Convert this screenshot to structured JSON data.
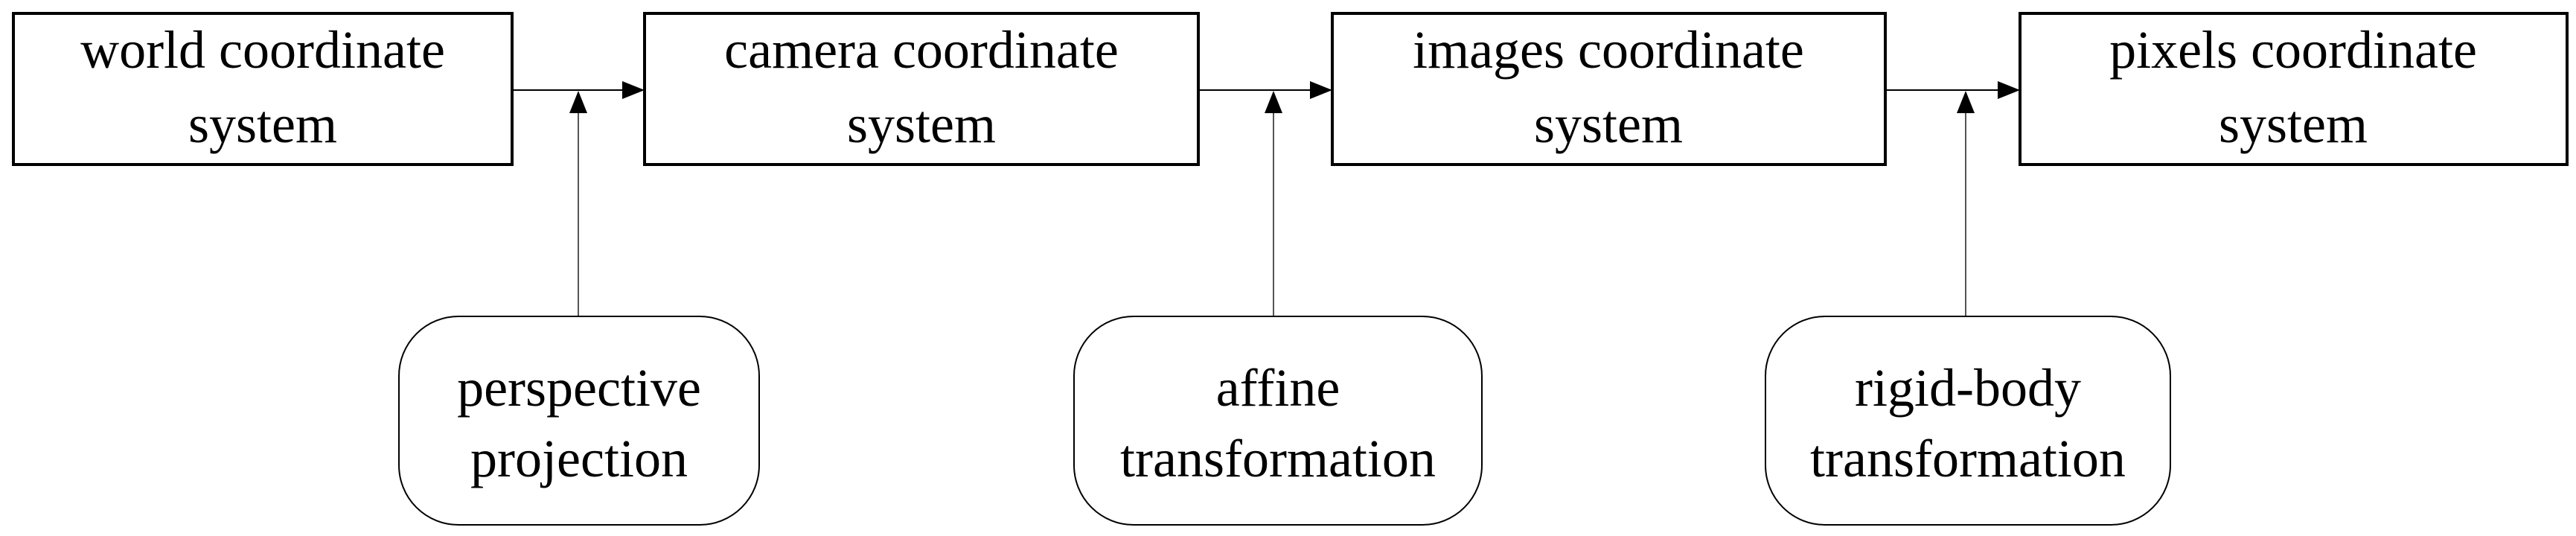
{
  "diagram": {
    "boxes": [
      {
        "line1": "world coordinate",
        "line2": "system"
      },
      {
        "line1": "camera coordinate",
        "line2": "system"
      },
      {
        "line1": "images coordinate",
        "line2": "system"
      },
      {
        "line1": "pixels coordinate",
        "line2": "system"
      }
    ],
    "operations": [
      {
        "line1": "perspective",
        "line2": "projection"
      },
      {
        "line1": "affine",
        "line2": "transformation"
      },
      {
        "line1": "rigid-body",
        "line2": "transformation"
      }
    ]
  }
}
